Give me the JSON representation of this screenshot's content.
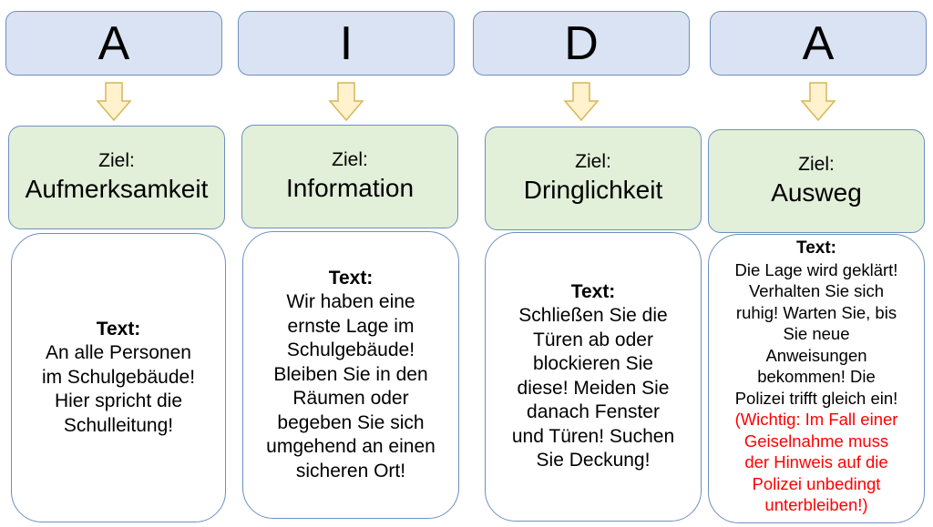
{
  "columns": [
    {
      "letter": "A",
      "goal_label": "Ziel:",
      "goal_value": "Aufmerksamkeit",
      "text_heading": "Text:",
      "text_body": "An alle Personen\nim Schulgebäude!\nHier spricht die\nSchulleitung!"
    },
    {
      "letter": "I",
      "goal_label": "Ziel:",
      "goal_value": "Information",
      "text_heading": "Text:",
      "text_body": "Wir haben eine\nernste Lage im\nSchulgebäude!\nBleiben Sie in den\nRäumen oder\nbegeben Sie sich\numgehend an einen\nsicheren Ort!"
    },
    {
      "letter": "D",
      "goal_label": "Ziel:",
      "goal_value": "Dringlichkeit",
      "text_heading": "Text:",
      "text_body": "Schließen Sie die\nTüren ab oder\nblockieren Sie\ndiese! Meiden Sie\ndanach Fenster\nund Türen! Suchen\nSie Deckung!"
    },
    {
      "letter": "A",
      "goal_label": "Ziel:",
      "goal_value": "Ausweg",
      "text_heading": "Text:",
      "text_body": "Die Lage wird geklärt!\nVerhalten Sie sich\nruhig! Warten Sie, bis\nSie neue\nAnweisungen\nbekommen! Die\nPolizei trifft gleich ein!",
      "text_note": "(Wichtig: Im Fall einer\nGeiselnahme muss\nder Hinweis auf die\nPolizei unbedingt\nunterbleiben!)"
    }
  ],
  "colors": {
    "letter_box_fill": "#dae3f3",
    "goal_box_fill": "#e2efd9",
    "text_box_fill": "#ffffff",
    "border": "#6f8fc0",
    "arrow_fill": "#fff2cc",
    "arrow_stroke": "#d6b656",
    "note_text": "#ff0000"
  }
}
